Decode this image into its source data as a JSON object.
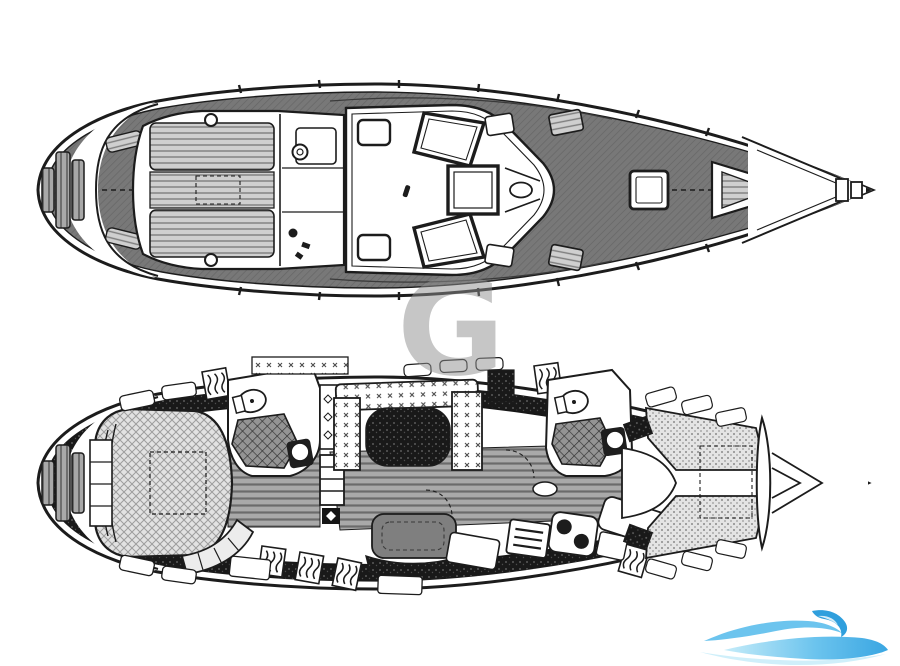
{
  "watermark": {
    "letter": "G",
    "color": "#8f8f8f",
    "opacity": 0.5
  },
  "diagram": {
    "type": "sailboat-floorplan",
    "orientation": "bow-right",
    "colors": {
      "line": "#1c1c1c",
      "deck_gray": "#767676",
      "counter_dark": "#171717",
      "settee_gray": "#7f7f7f",
      "floor_gray": "#9b9b9b",
      "mattress_light": "#e0e0e0",
      "paper": "#ffffff"
    }
  },
  "logo": {
    "name": "wave-swoosh-logo",
    "colors": {
      "light": "#bfe9f8",
      "mid": "#6cc4ee",
      "deep": "#2f9fdd",
      "accent": "#4fb0e8"
    }
  }
}
